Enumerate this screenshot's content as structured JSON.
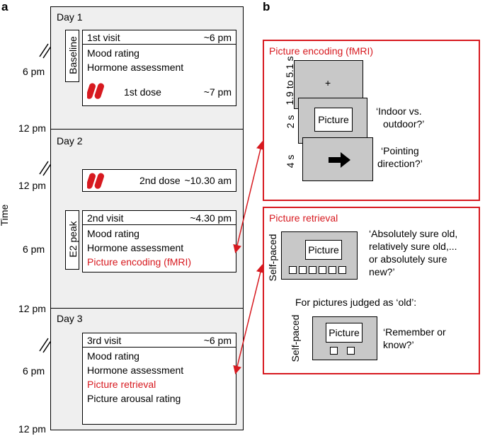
{
  "panel_a": {
    "letter": "a",
    "axis_title": "Time",
    "time_labels": [
      "6 pm",
      "12 pm",
      "12 pm",
      "6 pm",
      "12 pm",
      "6 pm",
      "12 pm"
    ],
    "day1": {
      "label": "Day 1",
      "side_label": "Baseline",
      "visit": "1st visit",
      "visit_time": "~6 pm",
      "items": [
        "Mood rating",
        "Hormone assessment"
      ],
      "dose": "1st dose",
      "dose_time": "~7 pm"
    },
    "day2": {
      "label": "Day 2",
      "dose": "2nd dose",
      "dose_time": "~10.30 am",
      "side_label": "E2 peak",
      "visit": "2nd visit",
      "visit_time": "~4.30 pm",
      "items": [
        "Mood rating",
        "Hormone assessment"
      ],
      "highlight": "Picture encoding (fMRI)"
    },
    "day3": {
      "label": "Day 3",
      "visit": "3rd visit",
      "visit_time": "~6 pm",
      "items_before": [
        "Mood rating",
        "Hormone assessment"
      ],
      "highlight": "Picture retrieval",
      "items_after": [
        "Picture arousal rating"
      ]
    }
  },
  "panel_b": {
    "letter": "b",
    "encoding": {
      "title": "Picture encoding (fMRI)",
      "fixation": "+",
      "durations": [
        "1.9 to 5.1 s",
        "2 s",
        "4 s"
      ],
      "picture": "Picture",
      "question1": [
        "‘Indoor vs.",
        "outdoor?’"
      ],
      "question2": [
        "‘Pointing",
        "direction?’"
      ]
    },
    "retrieval": {
      "title": "Picture retrieval",
      "paced": "Self-paced",
      "picture": "Picture",
      "question1": [
        "‘Absolutely sure old,",
        "relatively sure old,...",
        "or absolutely sure",
        "new?’"
      ],
      "note": "For pictures judged as ‘old’:",
      "question2": [
        "‘Remember or",
        "know?’"
      ]
    }
  },
  "colors": {
    "accent": "#d7191f",
    "day_bg": "#efefef",
    "screen": "#c8c8c8"
  }
}
